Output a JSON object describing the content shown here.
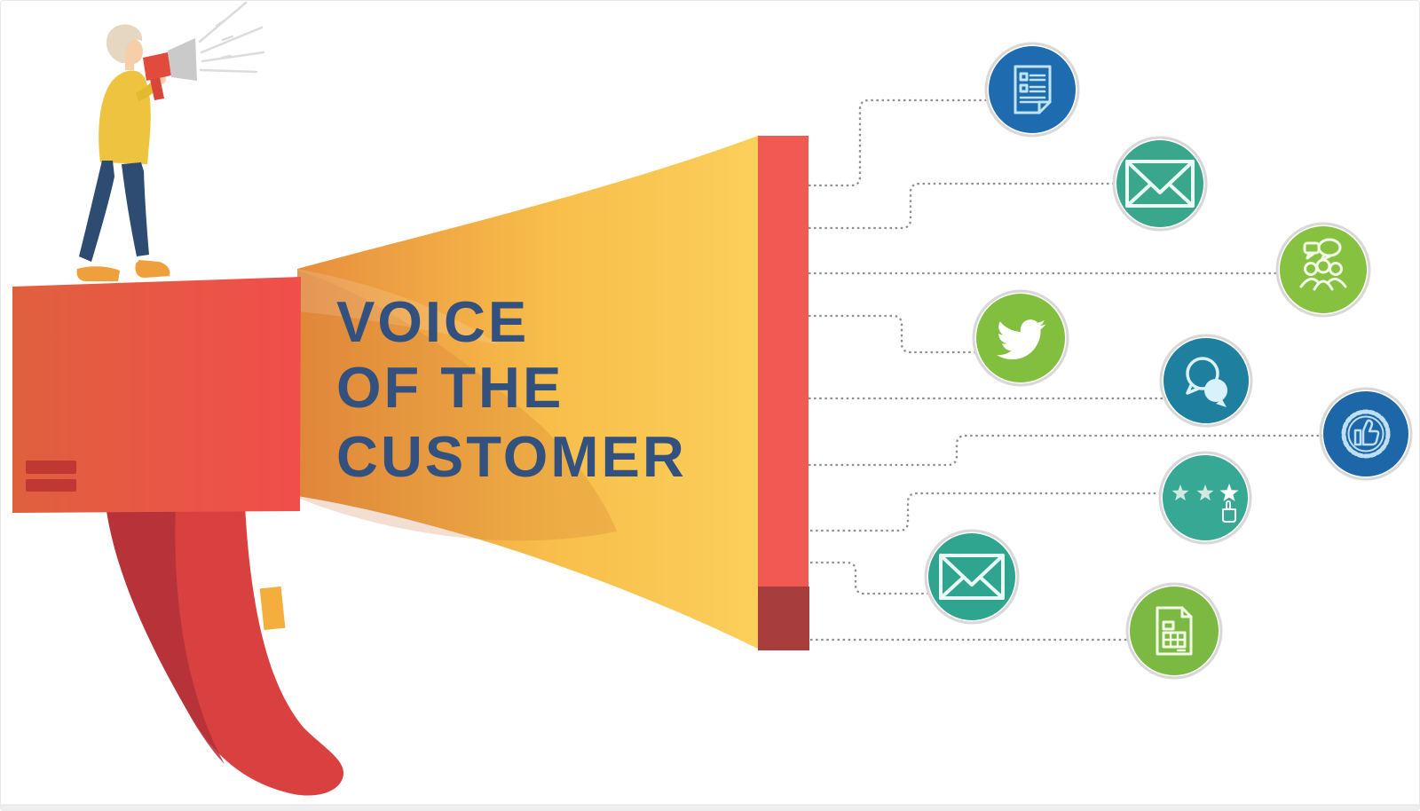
{
  "title": {
    "line1": "VOICE",
    "line2": "OF THE",
    "line3": "CUSTOMER",
    "color": "#33517E"
  },
  "megaphone": {
    "cone_color_left": "#E78E3E",
    "cone_color_right": "#FCCF5B",
    "rim_color": "#F15A53",
    "rim_shadow_color": "#A83D3D",
    "body_color_left": "#E0603E",
    "body_color_right": "#F04E4B",
    "body_stripe_color": "#C13733",
    "handle_color": "#D94040",
    "handle_shadow_color": "#B23138",
    "button_color": "#F3AE3D"
  },
  "person": {
    "hair_color": "#E6D7C0",
    "skin_color": "#F6CEA8",
    "sweater_color": "#EDC33F",
    "pants_color": "#2E4B72",
    "shoe_color": "#EFA03D",
    "small_megaphone_body": "#E14B3B",
    "small_megaphone_cone": "#CACACA",
    "sound_ray_color": "#DCDCDC"
  },
  "connectors": {
    "color": "#8E8E8E",
    "count": 9
  },
  "icons": [
    {
      "name": "survey-document",
      "shape_color": "#1E6BB0",
      "glyph_color": "#BFE4F6"
    },
    {
      "name": "email-envelope",
      "shape_color": "#3AA78D",
      "glyph_color": "#EAFBF5"
    },
    {
      "name": "community-group",
      "shape_color": "#86C23F",
      "glyph_color": "#F2FAE8"
    },
    {
      "name": "twitter-bird",
      "shape_color": "#83BF3E",
      "glyph_color": "#FFFFFF"
    },
    {
      "name": "chat-bubbles",
      "shape_color": "#1E7F9E",
      "glyph_color": "#D9F1FA"
    },
    {
      "name": "thumbs-up-badge",
      "shape_color": "#1D66A8",
      "glyph_color": "#BFE0F2"
    },
    {
      "name": "star-rating",
      "shape_color": "#36A893",
      "glyph_color": "#FFFFFF"
    },
    {
      "name": "email-envelope-2",
      "shape_color": "#2FA48E",
      "glyph_color": "#EAFBF5"
    },
    {
      "name": "news-report",
      "shape_color": "#7CB942",
      "glyph_color": "#F2FAE8"
    }
  ],
  "footer": {
    "strip_color": "#EFEFEF"
  }
}
